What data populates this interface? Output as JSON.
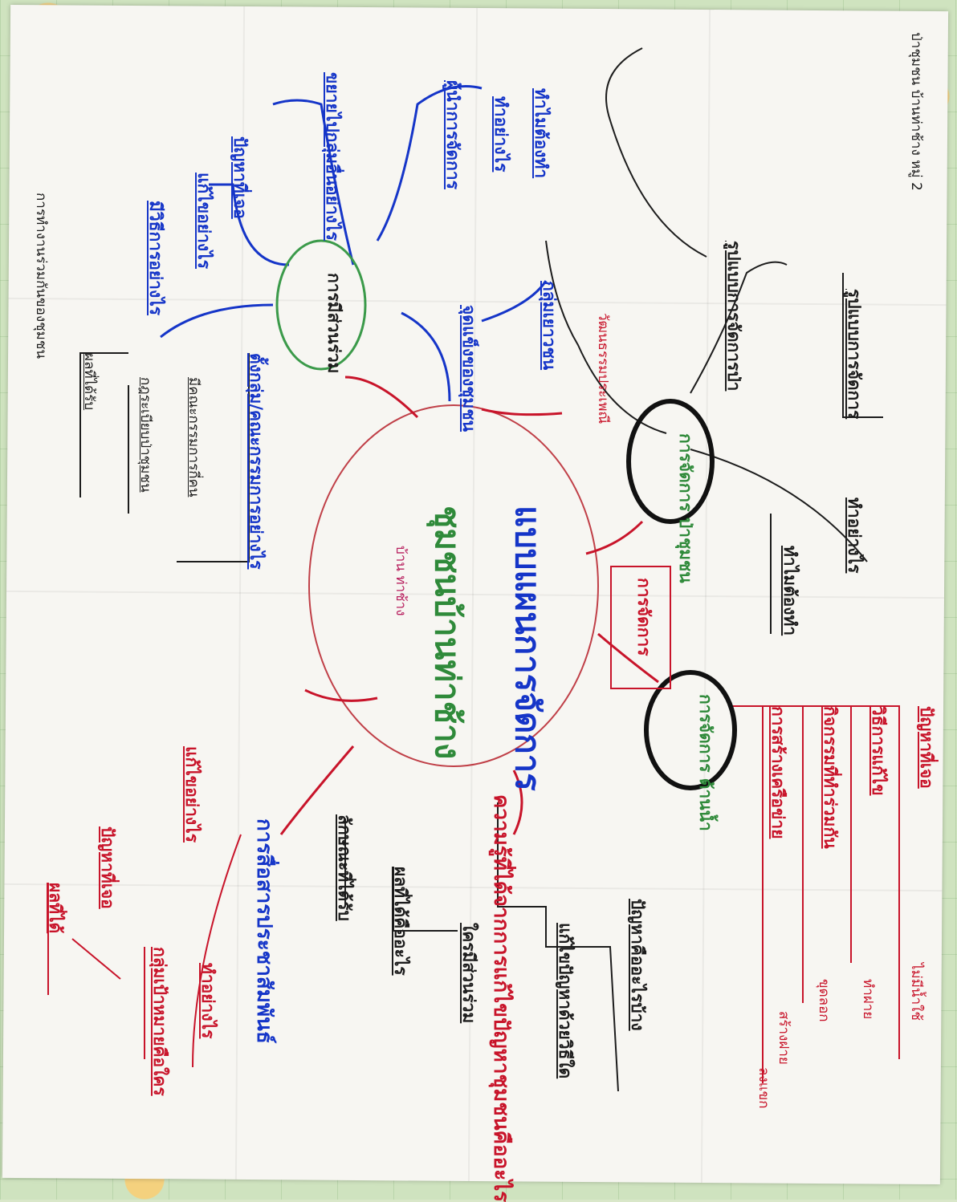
{
  "diagram": {
    "type": "mind-map",
    "center": {
      "title": "แบบแผนการจัดการ",
      "subtitle": "ชุมชนบ้านท่าช้าง",
      "location": "บ้าน ท่าช้าง"
    },
    "branches": {
      "management": {
        "label": "การจัดการ",
        "forest_circle": "การจัดการ ป่าชุมชน",
        "water_circle": "การจัดการ ด้านน้ำ",
        "forest_items": [
          "ทำอย่างไร",
          "ทำไมต้องทำ",
          "รูปแบบการจัดการ",
          "รูปแบบการจัดการป่า"
        ],
        "water_items": [
          "ปัญหาที่เจอ",
          "วิธีการแก้ไข",
          "กิจกรรมที่ทำร่วมกัน",
          "การสร้างเครือข่าย"
        ],
        "water_notes": [
          "ไม่มีน้ำใช้",
          "ทำฝาย",
          "ขุดลอก",
          "สร้างฝาย",
          "ลงแขก"
        ]
      },
      "participation": {
        "label": "การมีส่วนร่วม",
        "items": [
          "ขยายไปกลุ่มอื่นอย่างไร",
          "ปัญหาที่เจอ",
          "แก้ไขอย่างไร",
          "มีวิธีการอย่างไร",
          "ผู้นำการจัดการ",
          "ทำไมต้องทำ",
          "ทำอย่างไร"
        ]
      },
      "network": {
        "label": "ตั้งกลุ่ม/คณะกรรมการอย่างไร",
        "items": [
          "มีคณะกรรมการกี่คน",
          "กฎระเบียบป่าชุมชน",
          "ผลที่ได้รับ"
        ]
      },
      "strength": {
        "label": "จุดแข็งของชุมชน",
        "items": [
          "กลุ่มเยาวชน",
          "วัฒนธรรมประเพณี"
        ]
      },
      "knowledge": {
        "label": "ความรู้ที่ได้จากการแก้ไขปัญหาชุมชนคืออะไร",
        "items": [
          "ปัญหาคืออะไรบ้าง",
          "แก้ไขปัญหาด้วยวิธีใด",
          "ใครมีส่วนร่วม",
          "ผลที่ได้คืออะไร",
          "ลักษณะที่ได้รับ"
        ]
      },
      "communication": {
        "label": "การสื่อสารประชาสัมพันธ์",
        "items": [
          "ทำอย่างไร",
          "กลุ่มเป้าหมายคือใคร",
          "ปัญหาที่เจอ",
          "แก้ไขอย่างไร",
          "ผลที่ได้"
        ]
      }
    },
    "notes": {
      "top_right": "ป่าชุมชน บ้านท่าช้าง หมู่ 2",
      "bottom_left": "การทำงานร่วมกันของชุมชน"
    }
  }
}
